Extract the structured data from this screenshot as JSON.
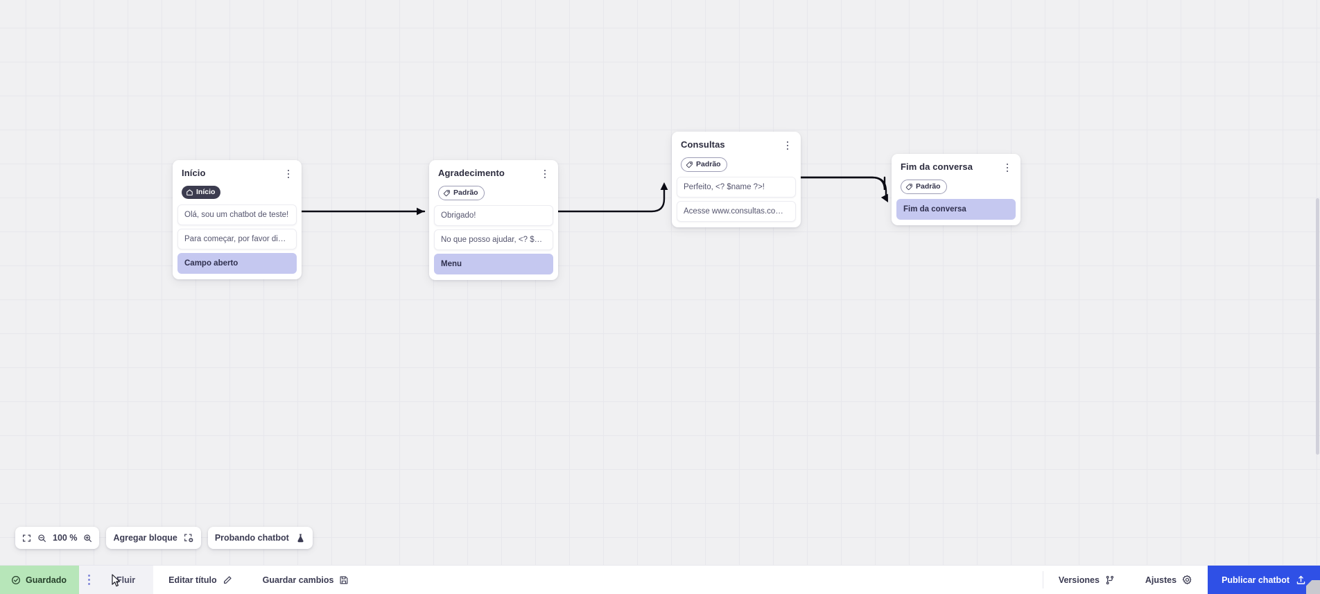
{
  "canvas": {
    "zoom_label": "100 %",
    "fit_icon": "fit-screen-icon",
    "zoom_out_icon": "zoom-out-icon",
    "zoom_in_icon": "zoom-in-icon",
    "add_block_label": "Agregar bloque",
    "add_block_icon": "add-block-icon",
    "test_chatbot_label": "Probando chatbot",
    "test_chatbot_icon": "flask-icon"
  },
  "nodes": [
    {
      "id": "inicio",
      "title": "Início",
      "badge": {
        "text": "Início",
        "style": "dark",
        "icon": "home-icon"
      },
      "rows": [
        {
          "text": "Olá, sou um chatbot de teste!",
          "accent": false
        },
        {
          "text": "Para começar, por favor digite o ...",
          "accent": false
        },
        {
          "text": "Campo aberto",
          "accent": true
        }
      ]
    },
    {
      "id": "agradecimento",
      "title": "Agradecimento",
      "badge": {
        "text": "Padrão",
        "style": "outline",
        "icon": "tag-icon"
      },
      "rows": [
        {
          "text": "Obrigado!",
          "accent": false
        },
        {
          "text": "No que posso ajudar, <? $name ...",
          "accent": false
        },
        {
          "text": "Menu",
          "accent": true
        }
      ]
    },
    {
      "id": "consultas",
      "title": "Consultas",
      "badge": {
        "text": "Padrão",
        "style": "outline",
        "icon": "tag-icon"
      },
      "rows": [
        {
          "text": "Perfeito, <? $name ?>!",
          "accent": false
        },
        {
          "text": "Acesse www.consultas.com par...",
          "accent": false
        }
      ]
    },
    {
      "id": "fim",
      "title": "Fim da conversa",
      "badge": {
        "text": "Padrão",
        "style": "outline",
        "icon": "tag-icon"
      },
      "rows": [
        {
          "text": "Fim da conversa",
          "accent": true
        }
      ]
    }
  ],
  "bottombar": {
    "saved_label": "Guardado",
    "saved_icon": "check-circle-icon",
    "drag_handle_icon": "drag-dots-icon",
    "flow_tab_label": "Fluir",
    "edit_title_label": "Editar título",
    "edit_title_icon": "pencil-icon",
    "save_changes_label": "Guardar cambios",
    "save_changes_icon": "floppy-icon",
    "versions_label": "Versiones",
    "versions_icon": "branch-icon",
    "settings_label": "Ajustes",
    "settings_icon": "gear-icon",
    "publish_label": "Publicar chatbot",
    "publish_icon": "upload-icon"
  },
  "colors": {
    "accent_blue": "#2f50e6",
    "saved_green": "#b7e6b9",
    "lavender_row": "#c5c8f0",
    "badge_dark": "#3c3c4f",
    "canvas_bg": "#f0f0f2"
  }
}
